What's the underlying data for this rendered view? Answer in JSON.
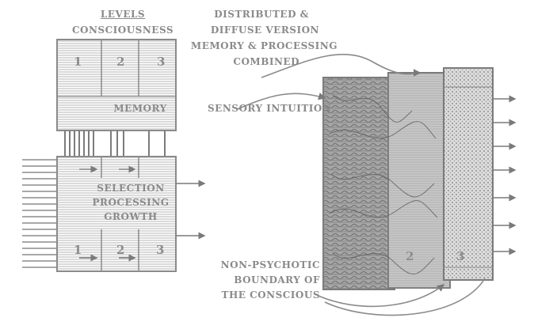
{
  "left_diagram": {
    "levels_title": "LEVELS",
    "consciousness_title": "CONSCIOUSNESS",
    "top_box": {
      "columns": [
        "1",
        "2",
        "3"
      ],
      "label": "MEMORY"
    },
    "bottom_box": {
      "label_lines": [
        "SELECTION",
        "PROCESSING",
        "GROWTH"
      ],
      "columns": [
        "1",
        "2",
        "3"
      ]
    }
  },
  "right_diagram": {
    "heading_lines": [
      "DISTRIBUTED &",
      "DIFFUSE VERSION",
      "MEMORY & PROCESSING",
      "COMBINED"
    ],
    "sensory_label": "SENSORY INTUITION",
    "boundary_lines": [
      "NON-PSYCHOTIC",
      "BOUNDARY OF",
      "THE CONSCIOUS"
    ],
    "region_numbers": [
      "2",
      "3"
    ]
  },
  "colors": {
    "ink": "#8a8a8a",
    "ink_dark": "#6e6e6e",
    "paper": "#ffffff"
  }
}
